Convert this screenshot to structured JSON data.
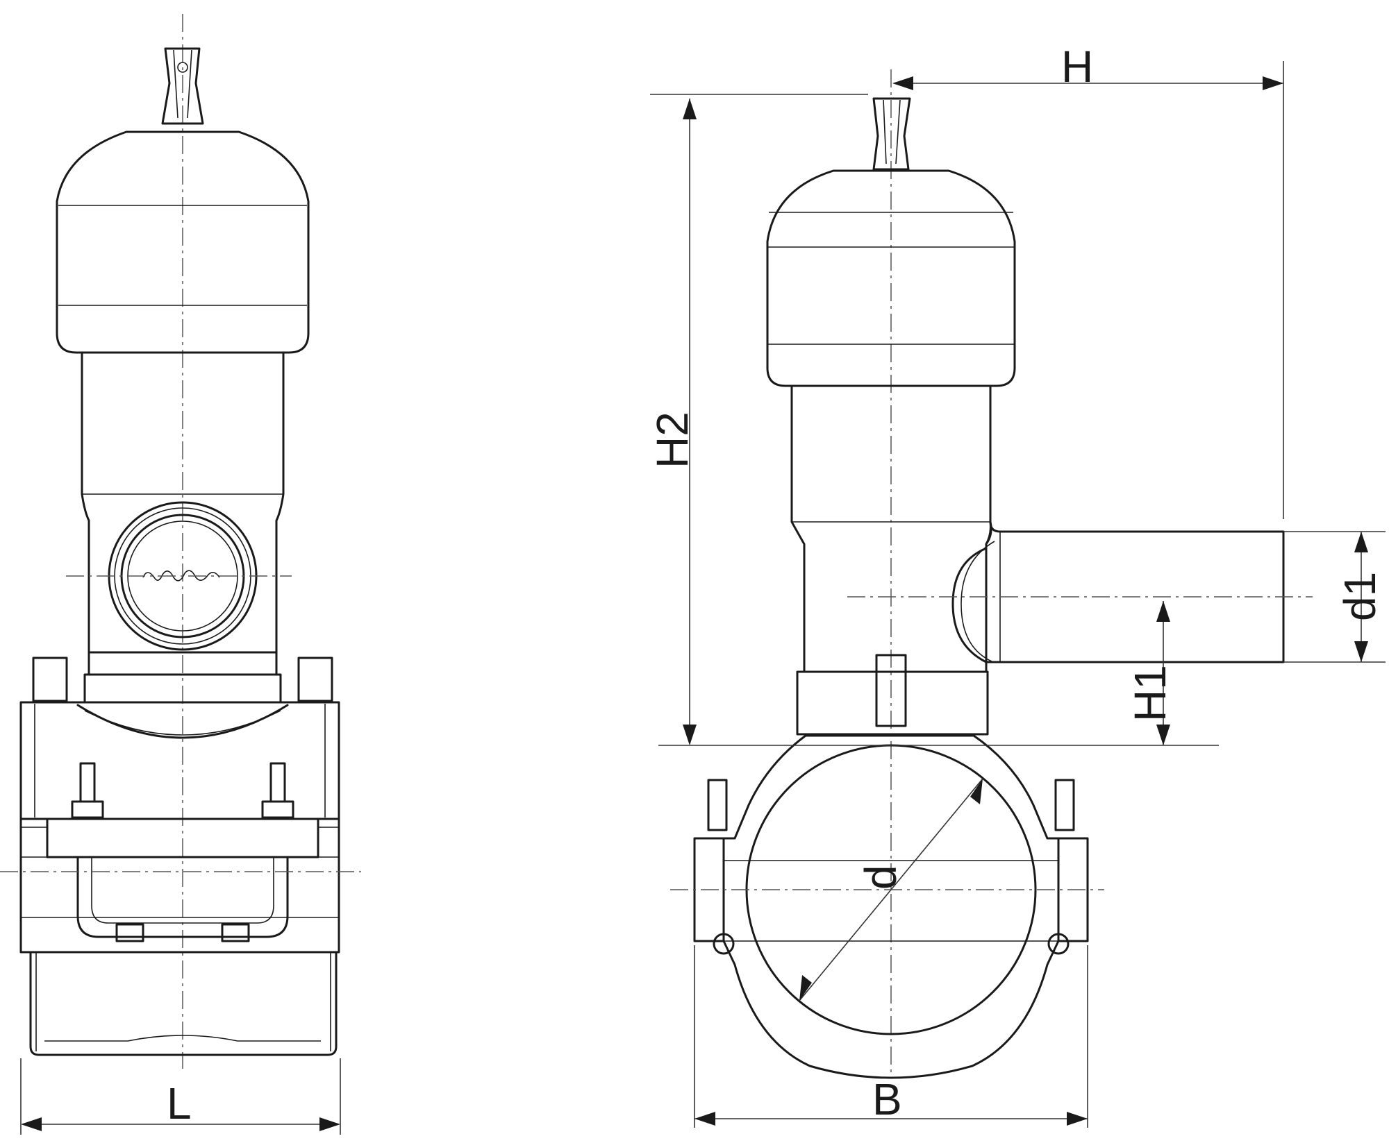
{
  "labels": {
    "L": "L",
    "H": "H",
    "H1": "H1",
    "H2": "H2",
    "d": "d",
    "d1": "d1",
    "B": "B"
  }
}
